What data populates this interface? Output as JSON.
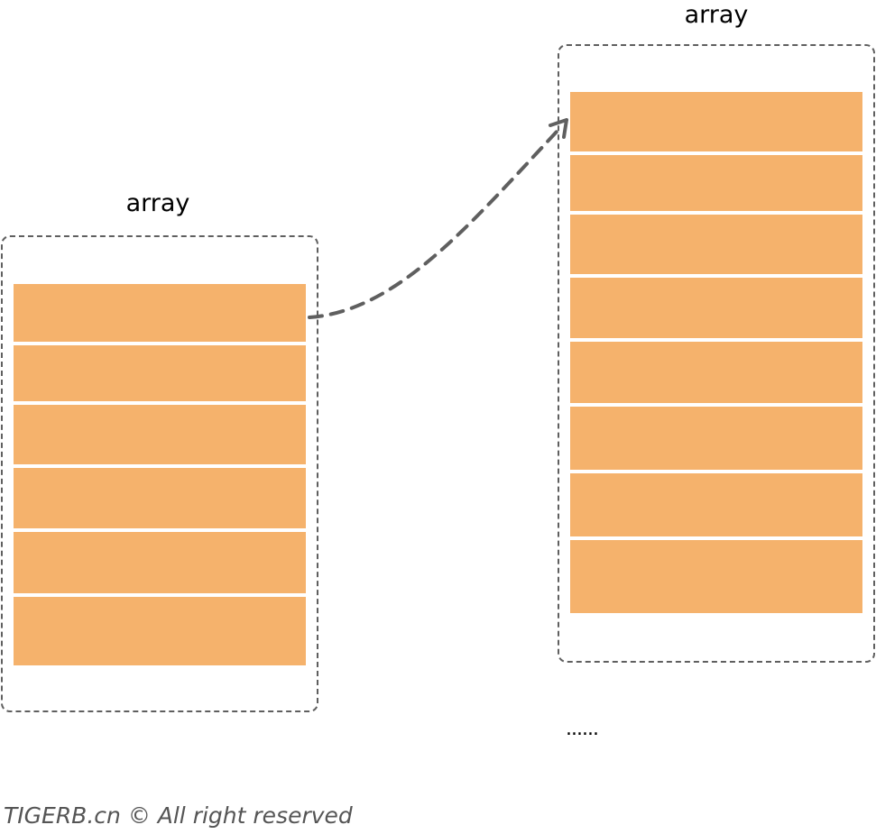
{
  "diagram": {
    "left_array": {
      "label": "array",
      "slot_count": 6
    },
    "right_array": {
      "label": "array",
      "slot_count": 8
    },
    "continuation": "......",
    "footer": "TIGERB.cn © All right reserved",
    "colors": {
      "slot_fill": "#f5b26c",
      "dashed_border": "#5f5f5f",
      "arrow": "#5f5f5f",
      "footer_text": "#555555"
    }
  }
}
